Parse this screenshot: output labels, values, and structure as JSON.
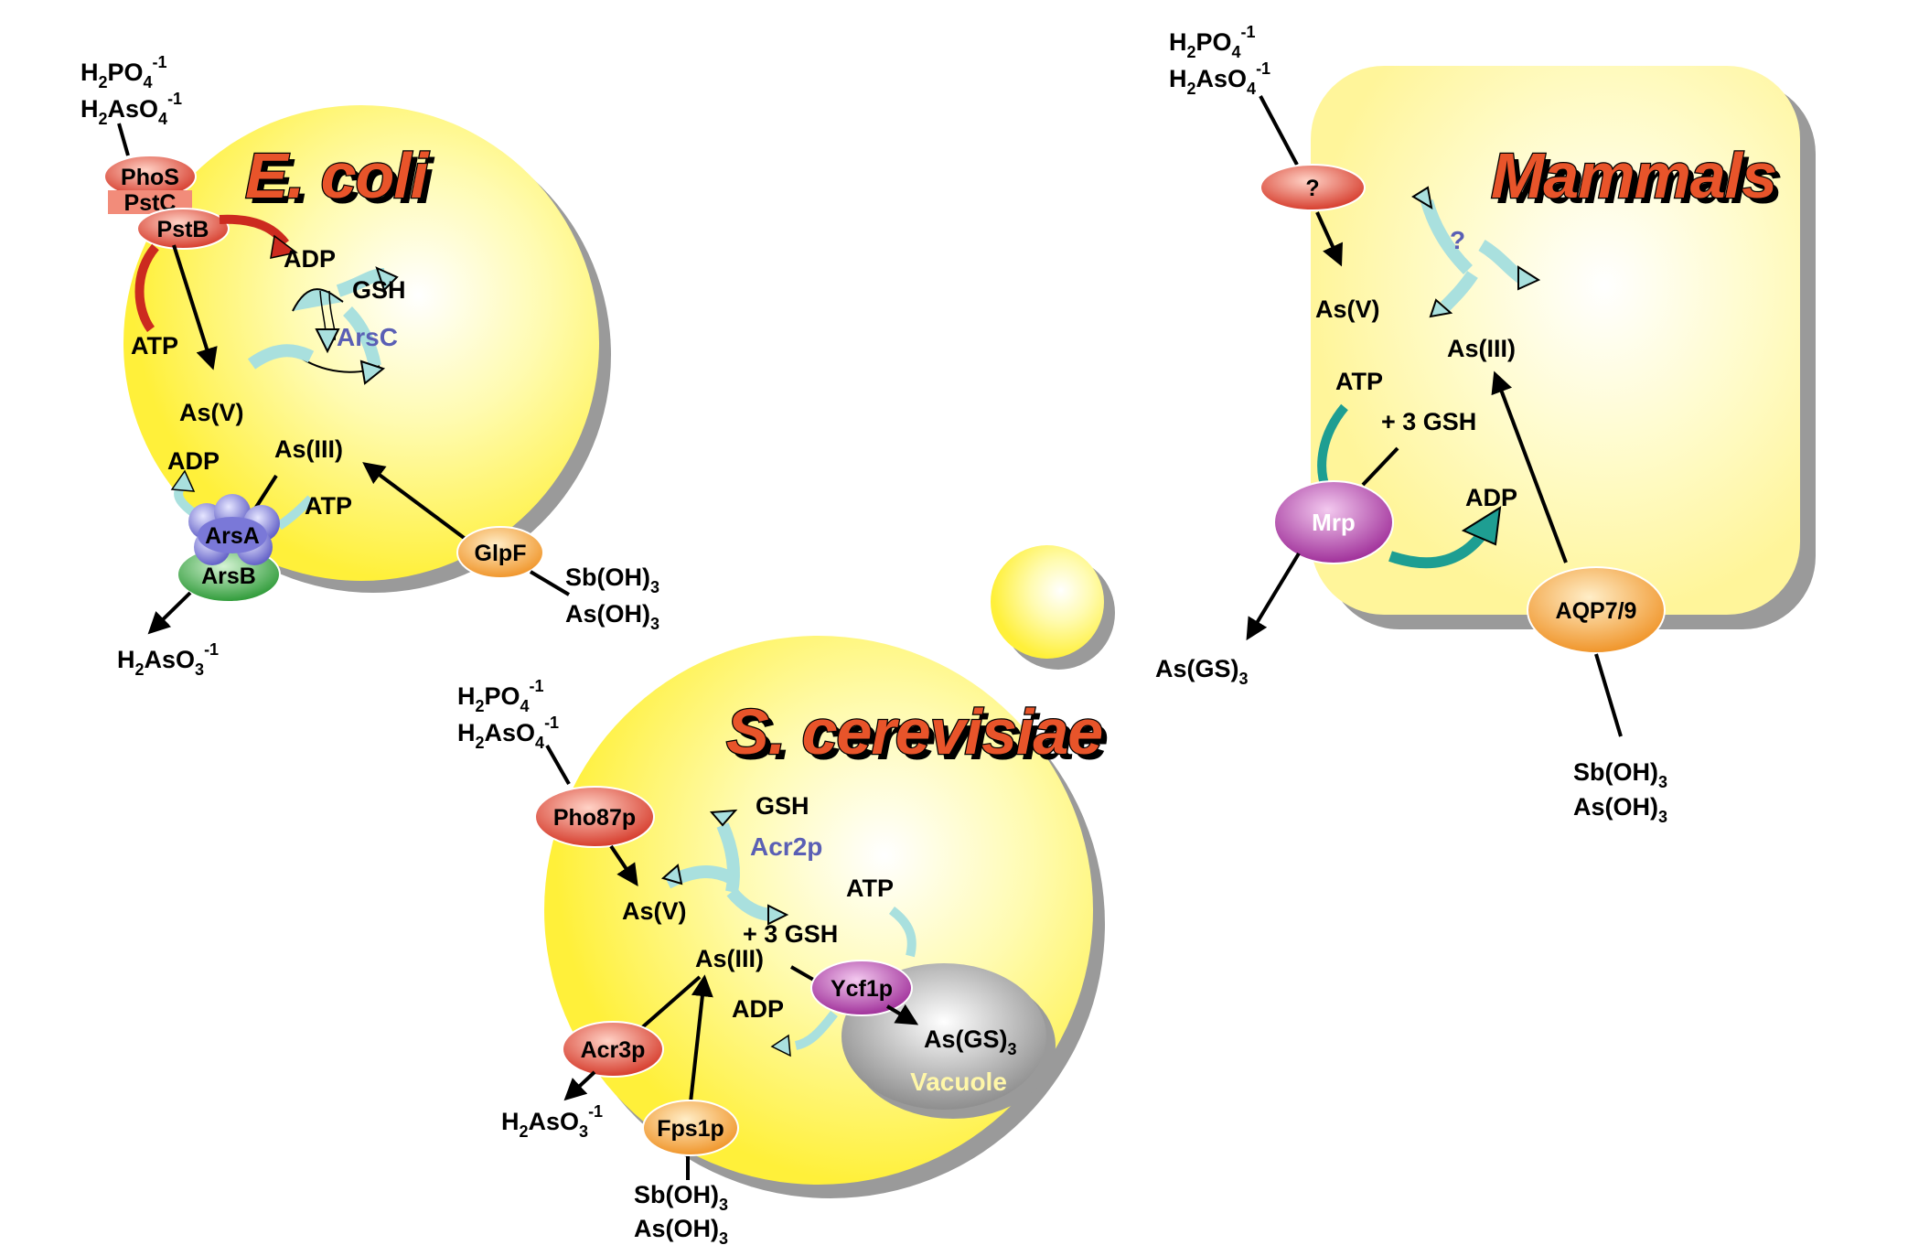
{
  "organisms": {
    "ecoli": {
      "title": "E. coli",
      "inputs": {
        "line1": "H",
        "line1_sub": "2",
        "line1_b": "PO",
        "line1_sub2": "4",
        "line1_sup": "-1",
        "line2": "H",
        "line2_sub": "2",
        "line2_b": "AsO",
        "line2_sub2": "4",
        "line2_sup": "-1"
      },
      "enzymes": {
        "phos": "PhoS",
        "pstc": "PstC",
        "pstb": "PstB",
        "arsa": "ArsA",
        "arsb": "ArsB",
        "glpf": "GlpF",
        "arsc": "ArsC"
      },
      "labels": {
        "adp_top": "ADP",
        "gsh": "GSH",
        "atp_left": "ATP",
        "asv": "As(V)",
        "asiii": "As(III)",
        "adp_left": "ADP",
        "atp_mid": "ATP"
      },
      "glpf_inputs": {
        "sb": "Sb(OH)",
        "as": "As(OH)",
        "sub": "3"
      },
      "output": {
        "base": "H",
        "sub": "2",
        "mid": "AsO",
        "sub2": "3",
        "sup": "-1"
      }
    },
    "scerevisiae": {
      "title": "S. cerevisiae",
      "inputs": {
        "line1": "H",
        "line1_sub": "2",
        "line1_b": "PO",
        "line1_sub2": "4",
        "line1_sup": "-1",
        "line2": "H",
        "line2_sub": "2",
        "line2_b": "AsO",
        "line2_sub2": "4",
        "line2_sup": "-1"
      },
      "enzymes": {
        "pho87p": "Pho87p",
        "acr2p": "Acr2p",
        "ycf1p": "Ycf1p",
        "acr3p": "Acr3p",
        "fps1p": "Fps1p"
      },
      "labels": {
        "gsh": "GSH",
        "atp": "ATP",
        "asv": "As(V)",
        "plus3gsh": "+ 3 GSH",
        "asiii": "As(III)",
        "adp": "ADP",
        "asgs": "As(GS)",
        "asgs_sub": "3",
        "vacuole": "Vacuole"
      },
      "fps_inputs": {
        "sb": "Sb(OH)",
        "as": "As(OH)",
        "sub": "3"
      },
      "output": {
        "base": "H",
        "sub": "2",
        "mid": "AsO",
        "sub2": "3",
        "sup": "-1"
      }
    },
    "mammals": {
      "title": "Mammals",
      "inputs": {
        "line1": "H",
        "line1_sub": "2",
        "line1_b": "PO",
        "line1_sub2": "4",
        "line1_sup": "-1",
        "line2": "H",
        "line2_sub": "2",
        "line2_b": "AsO",
        "line2_sub2": "4",
        "line2_sup": "-1"
      },
      "enzymes": {
        "unknown_transporter": "?",
        "unknown_reductase": "?",
        "mrp": "Mrp",
        "aqp": "AQP7/9"
      },
      "labels": {
        "asv": "As(V)",
        "asiii": "As(III)",
        "atp": "ATP",
        "plus3gsh": "+ 3 GSH",
        "adp": "ADP",
        "asgs": "As(GS)",
        "asgs_sub": "3"
      },
      "aqp_inputs": {
        "sb": "Sb(OH)",
        "as": "As(OH)",
        "sub": "3"
      }
    }
  },
  "colors": {
    "cell_yellow": "#fff04a",
    "cell_center": "#ffffff",
    "shadow_gray": "#9a9a9a",
    "title_orange": "#e8542a",
    "red_enzyme": "#e0493a",
    "orange_enzyme": "#f5a23a",
    "purple_enzyme": "#b03aa8",
    "blue_enzyme": "#7a78d8",
    "green_enzyme": "#3ea346",
    "arrow_cyan": "#a9e0de",
    "arrow_teal": "#1e9e92",
    "arrow_red": "#cc2a1f"
  }
}
